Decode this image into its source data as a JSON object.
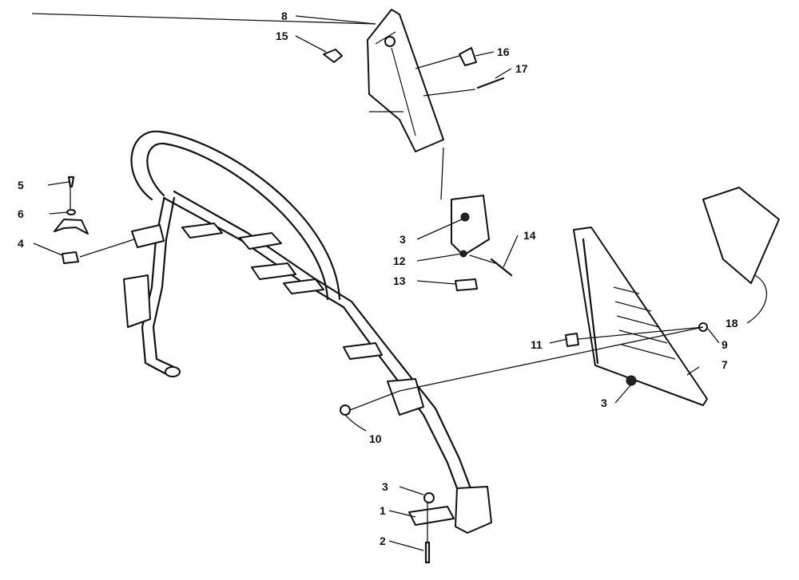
{
  "callouts": {
    "c1": "1",
    "c2": "2",
    "c3a": "3",
    "c3b": "3",
    "c3c": "3",
    "c4": "4",
    "c5": "5",
    "c6": "6",
    "c7": "7",
    "c8": "8",
    "c9": "9",
    "c10": "10",
    "c11": "11",
    "c12": "12",
    "c13": "13",
    "c14": "14",
    "c15": "15",
    "c16": "16",
    "c17": "17",
    "c18": "18"
  }
}
